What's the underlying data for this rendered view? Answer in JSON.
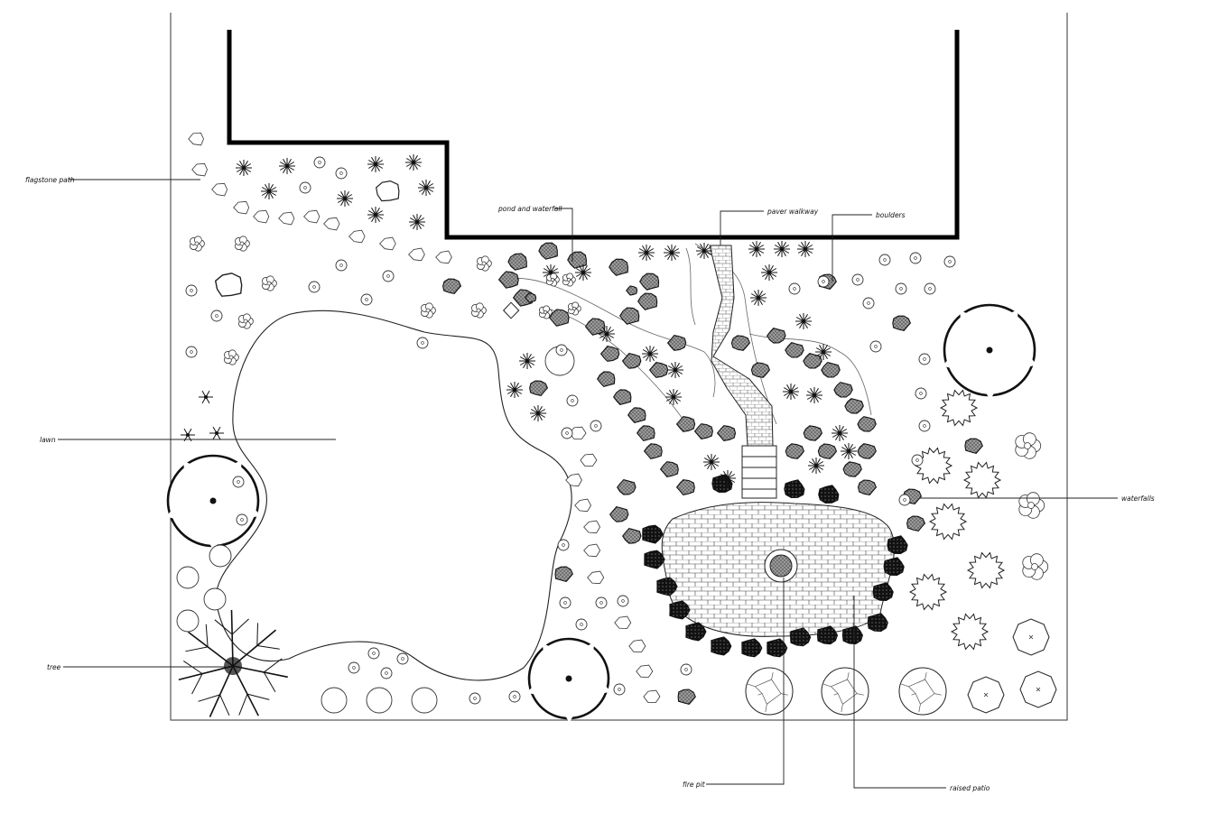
{
  "labels": {
    "flagstone_path": "flagstone path",
    "pond_and_waterfall": "pond and waterfall",
    "paver_walkway": "paver walkway",
    "boulders": "boulders",
    "lawn": "lawn",
    "waterfalls": "waterfalls",
    "tree": "tree",
    "fire_pit": "fire pit",
    "raised_patio": "raised patio"
  },
  "colors": {
    "line": "#111111",
    "house_wall": "#000000",
    "dark_boulder": "#1a1a1a",
    "light_boulder": "#bdbdbd",
    "tree_canopy": "#555555"
  }
}
